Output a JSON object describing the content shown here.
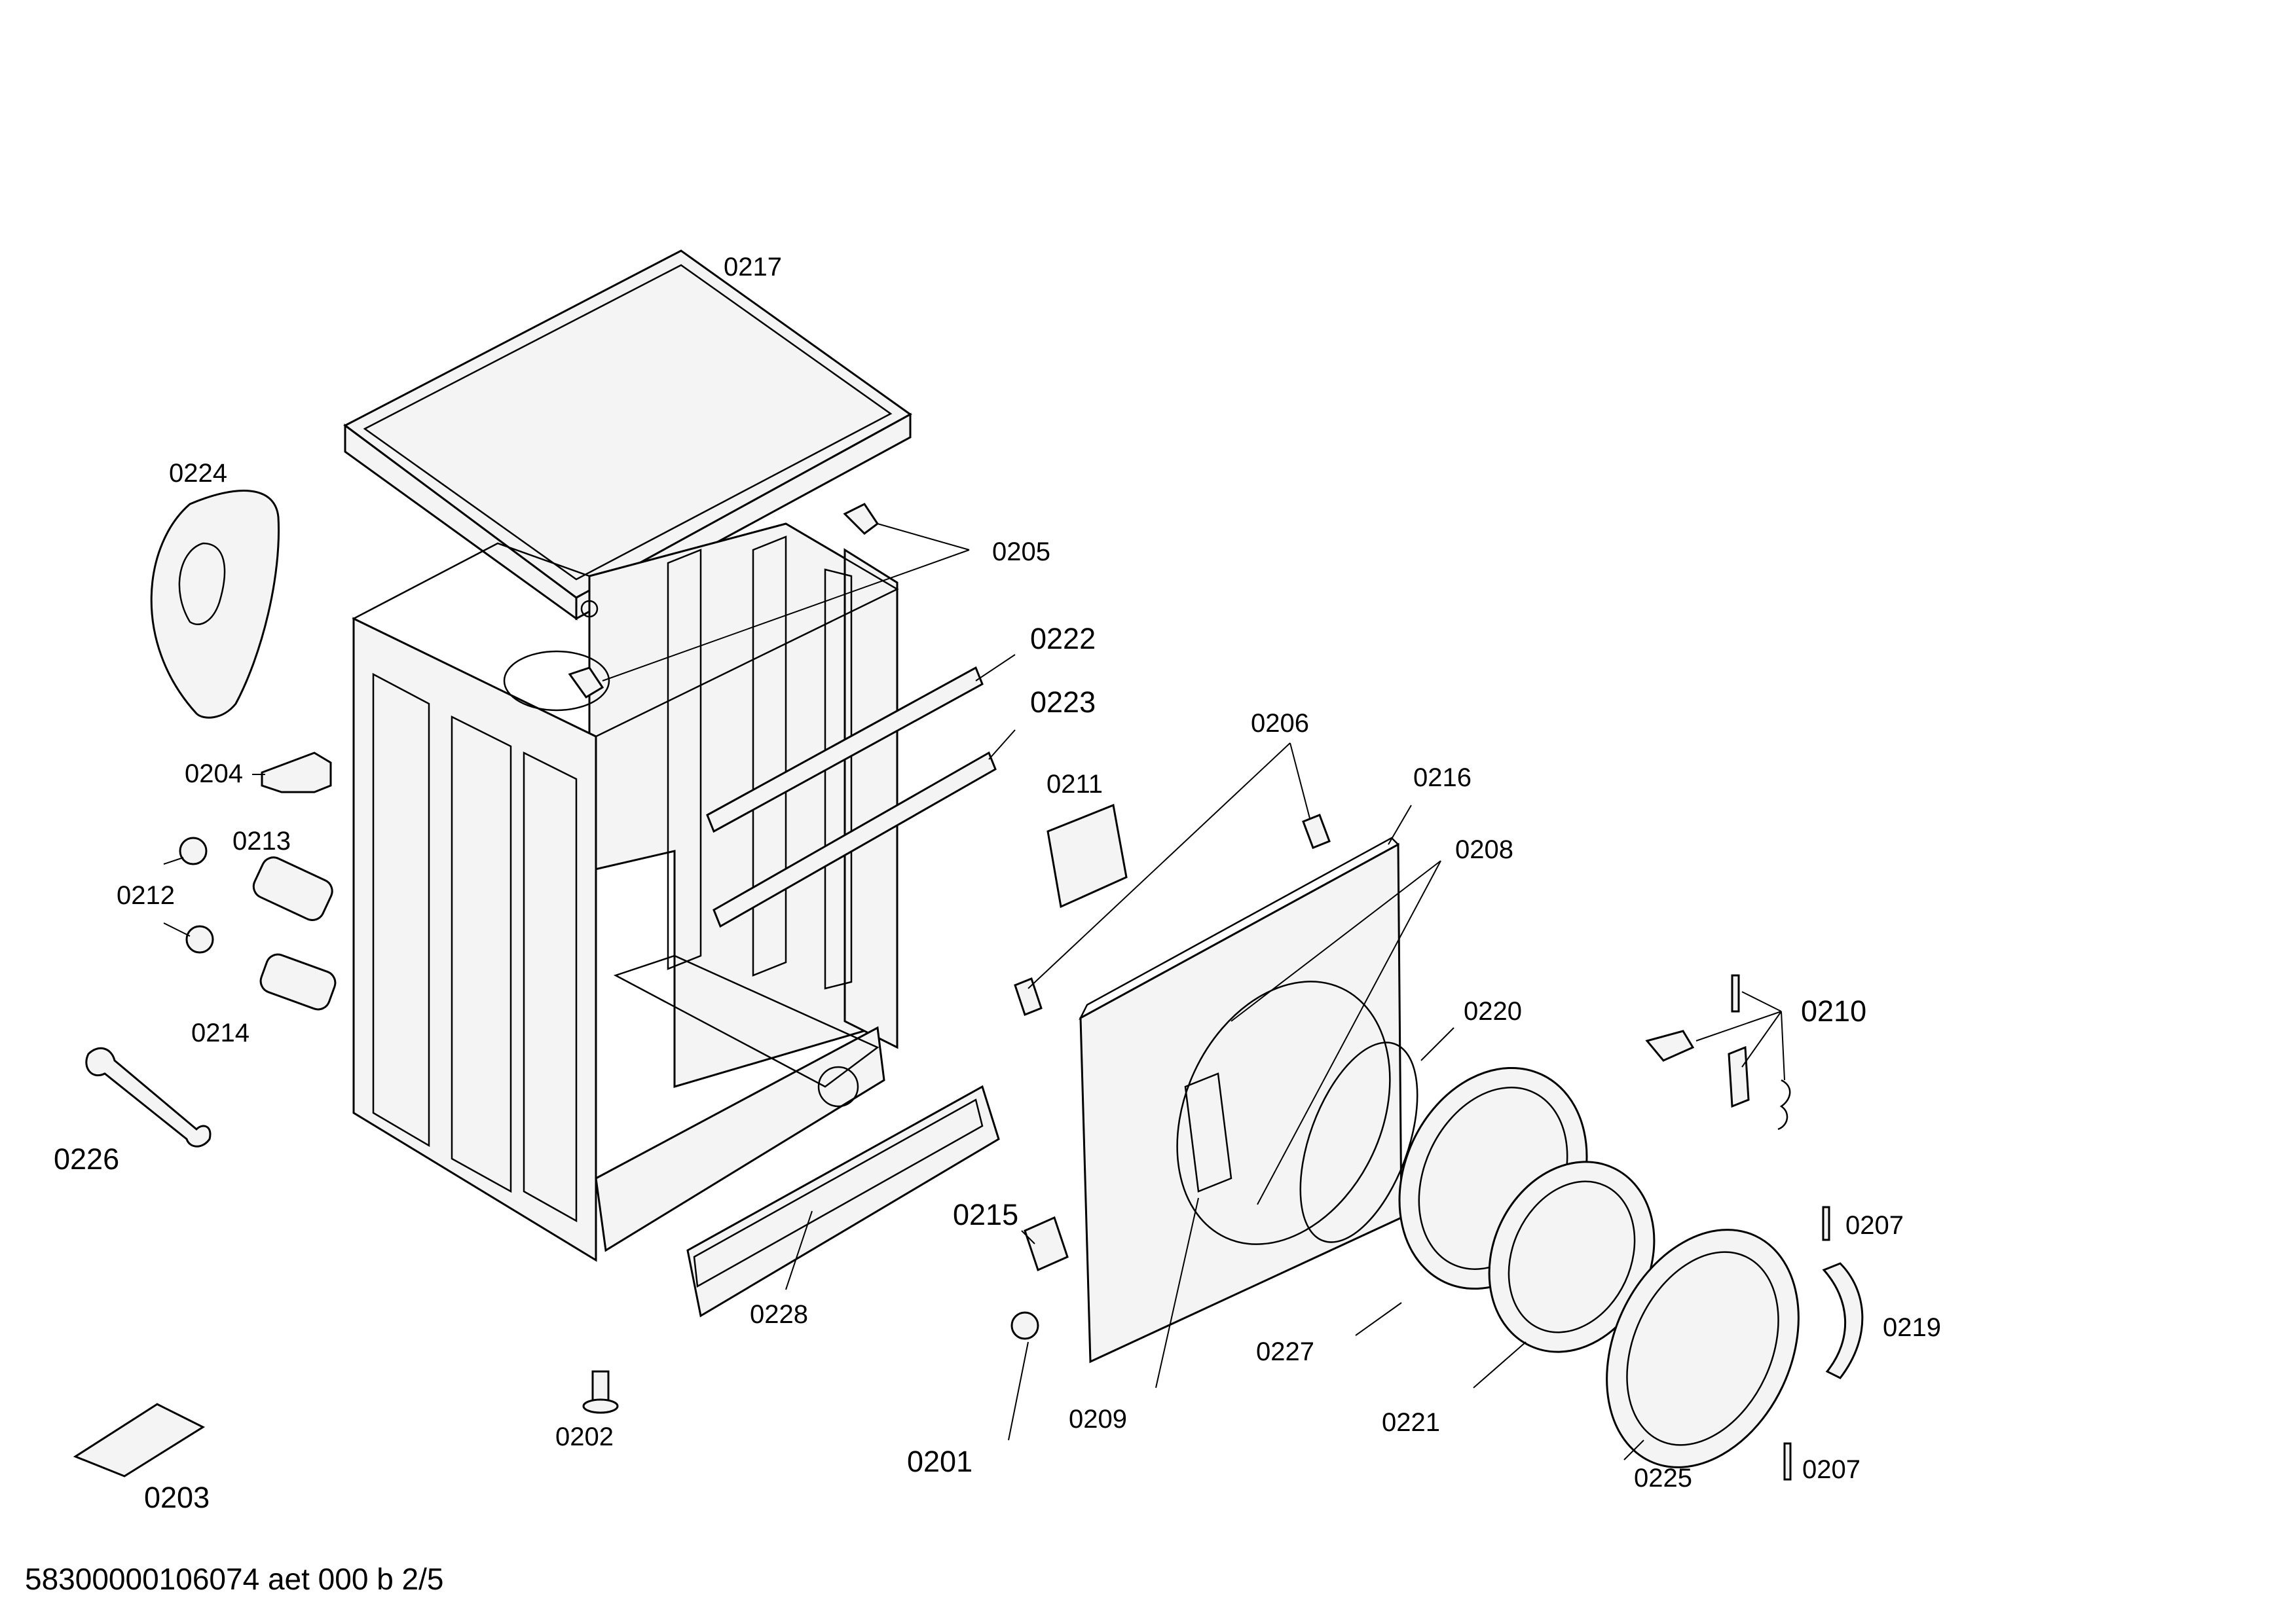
{
  "drawing_number": "58300000106074 aet 000 b 2/5",
  "labels": {
    "p0201": "0201",
    "p0202": "0202",
    "p0203": "0203",
    "p0204": "0204",
    "p0205": "0205",
    "p0206": "0206",
    "p0207a": "0207",
    "p0207b": "0207",
    "p0208": "0208",
    "p0209": "0209",
    "p0210": "0210",
    "p0211": "0211",
    "p0212": "0212",
    "p0213": "0213",
    "p0214": "0214",
    "p0215": "0215",
    "p0216": "0216",
    "p0217": "0217",
    "p0219": "0219",
    "p0220": "0220",
    "p0221": "0221",
    "p0222": "0222",
    "p0223": "0223",
    "p0224": "0224",
    "p0225": "0225",
    "p0226": "0226",
    "p0227": "0227",
    "p0228": "0228"
  }
}
